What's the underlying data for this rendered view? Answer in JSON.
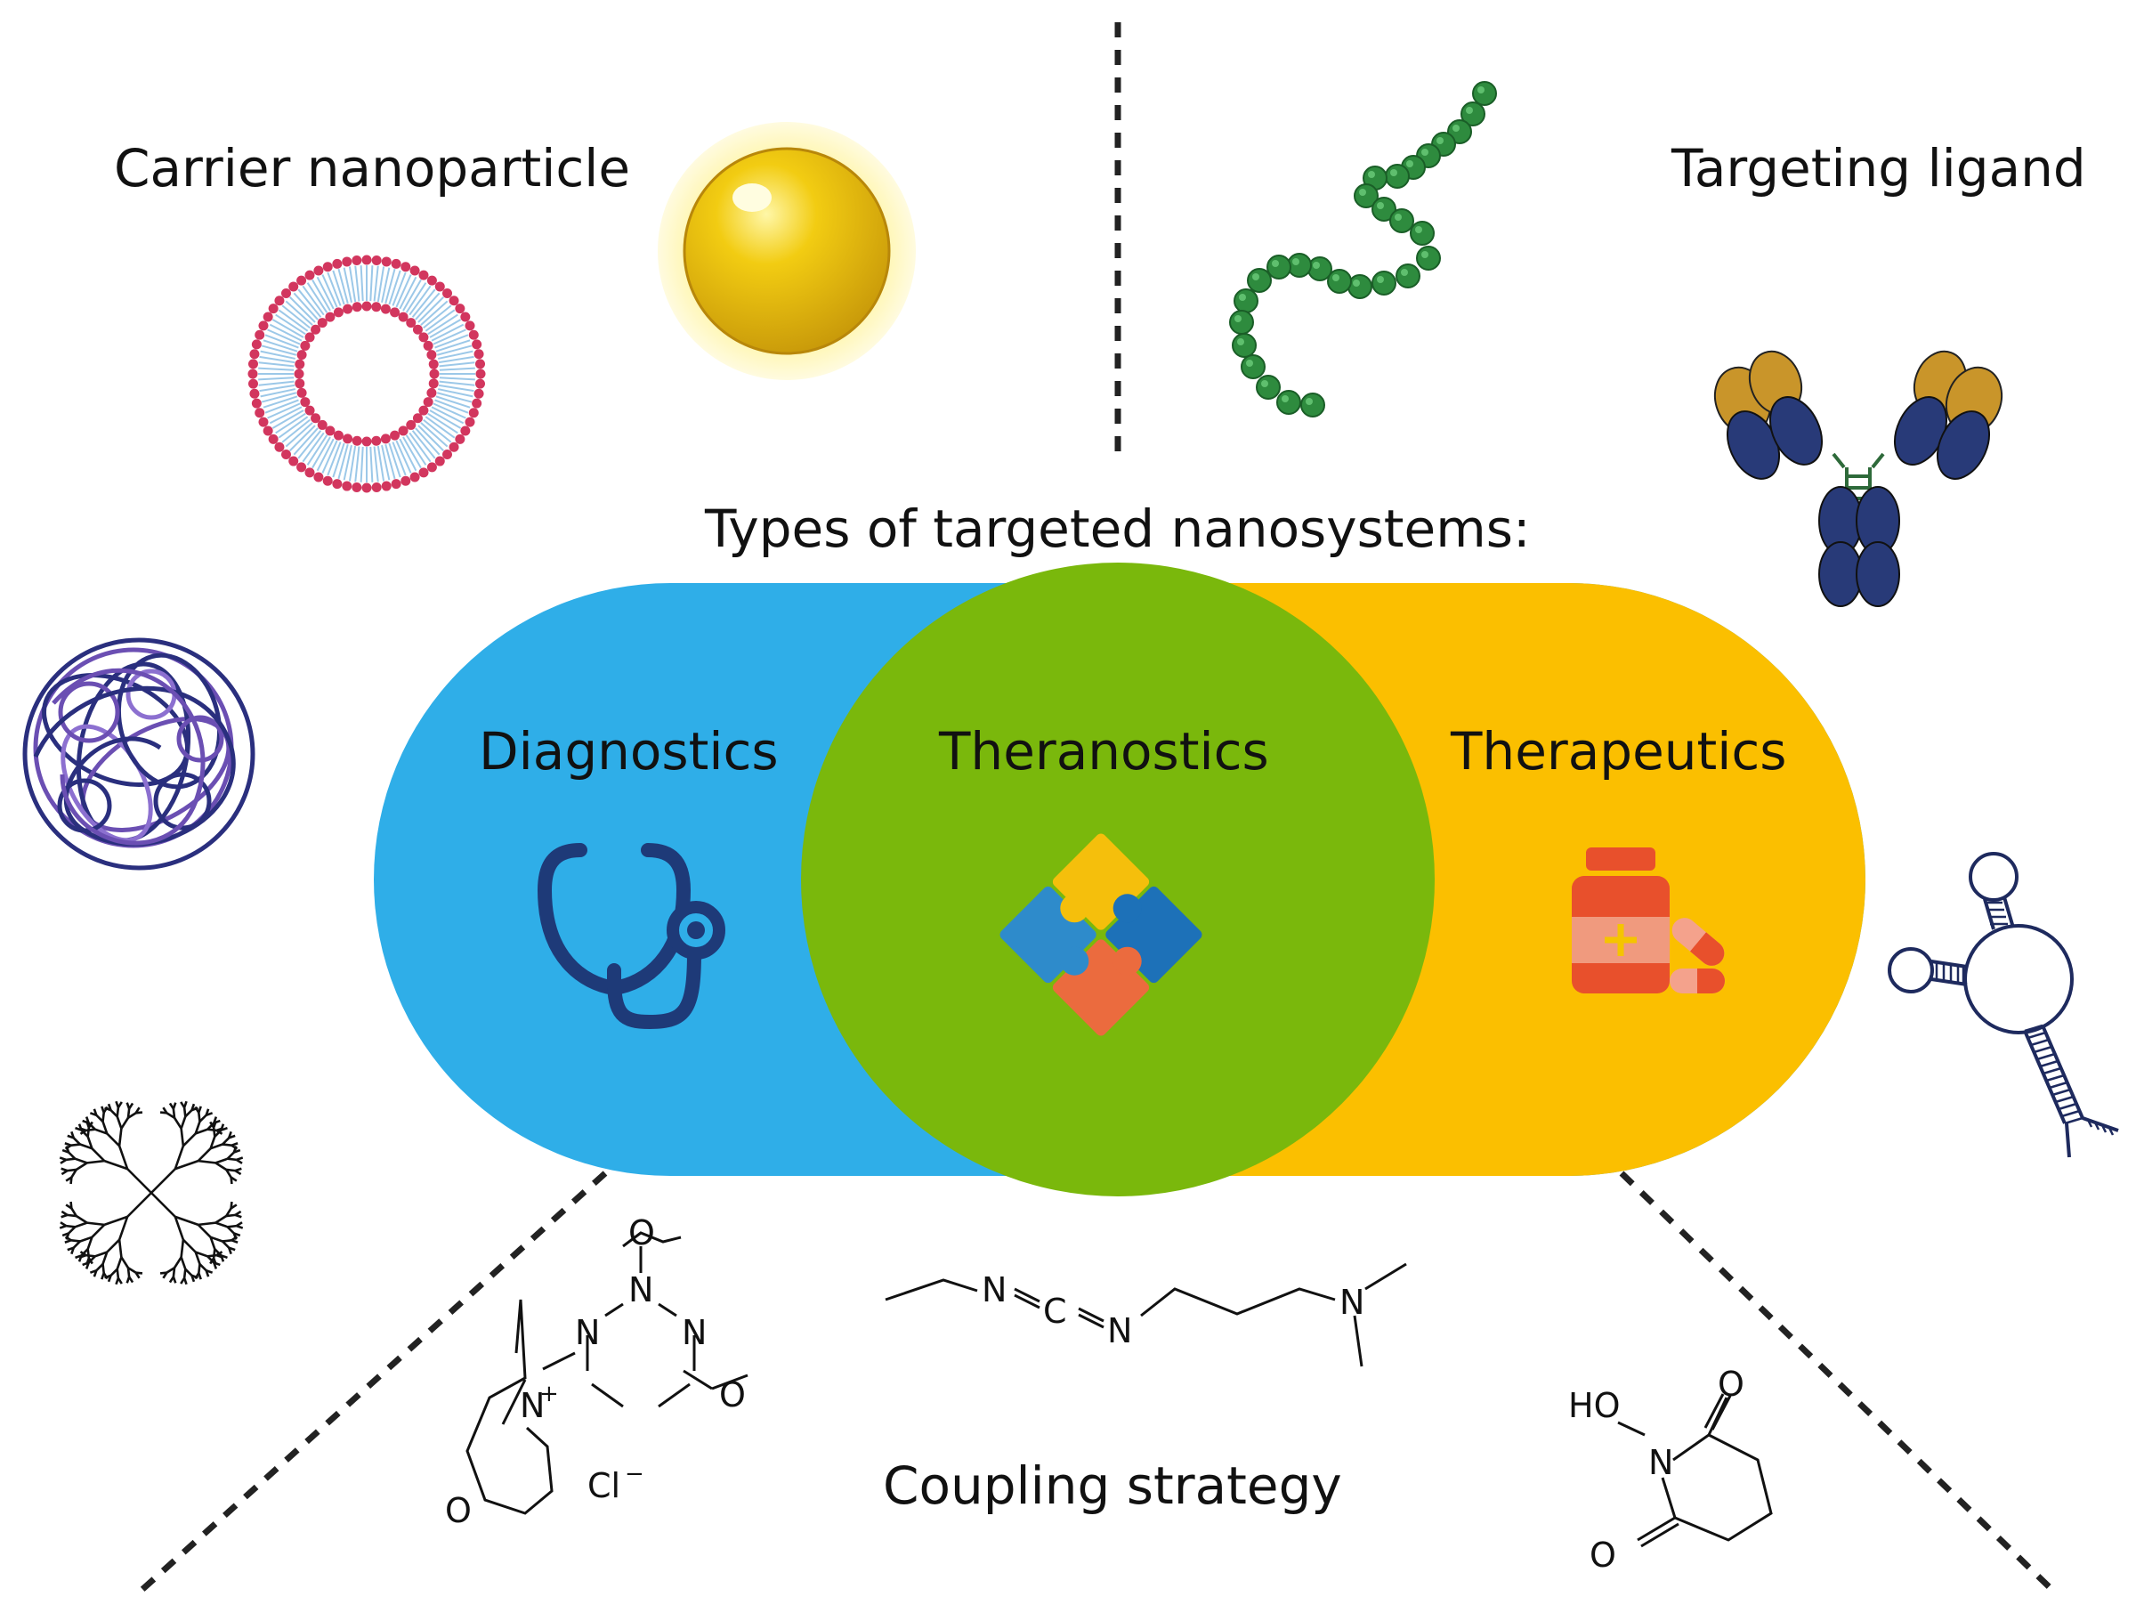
{
  "sections": {
    "carrier": "Carrier nanoparticle",
    "ligand": "Targeting ligand",
    "types": "Types of targeted nanosystems:",
    "coupling": "Coupling strategy"
  },
  "categories": {
    "diagnostics": "Diagnostics",
    "theranostics": "Theranostics",
    "therapeutics": "Therapeutics"
  },
  "chem": {
    "dmtmm": {
      "N1": "N",
      "N2": "N",
      "N3": "N",
      "Nplus": "N",
      "plus": "+",
      "O_ring": "O",
      "O1": "O",
      "O2": "O",
      "Cl": "Cl",
      "minus": "−"
    },
    "edc": {
      "N1": "N",
      "C": "C",
      "N2": "N",
      "N3": "N"
    },
    "nhs": {
      "HO": "HO",
      "N": "N",
      "O1": "O",
      "O2": "O"
    }
  },
  "colors": {
    "diagnostics": "#2FAEE8",
    "theranostics": "#7AB80C",
    "therapeutics": "#FBBF00",
    "navy": "#1E3A78"
  }
}
